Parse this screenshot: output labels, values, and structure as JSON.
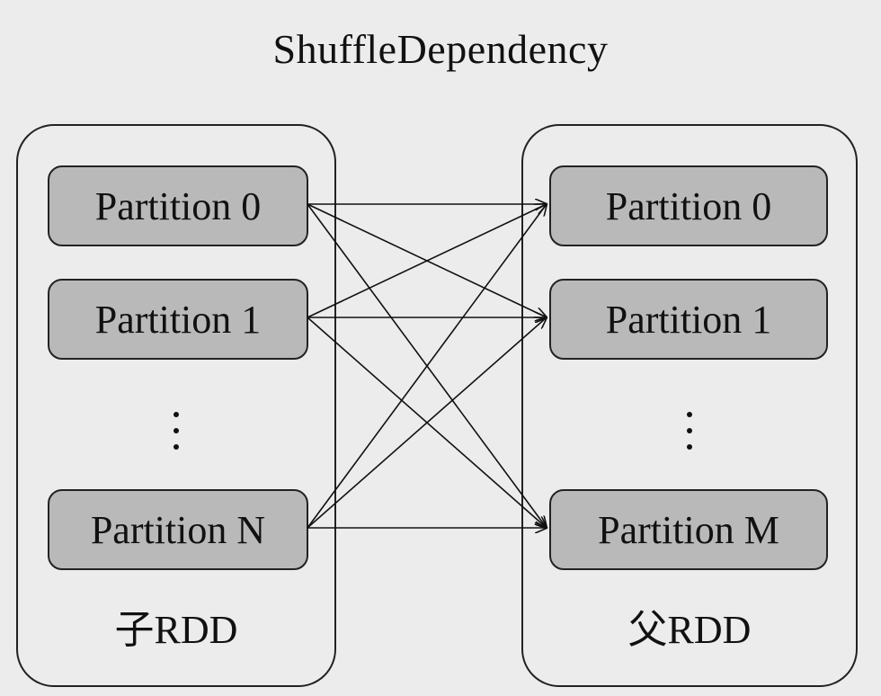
{
  "title": "ShuffleDependency",
  "child_rdd": {
    "label": "子RDD",
    "partitions": [
      "Partition 0",
      "Partition 1",
      "Partition N"
    ]
  },
  "parent_rdd": {
    "label": "父RDD",
    "partitions": [
      "Partition 0",
      "Partition 1",
      "Partition M"
    ]
  },
  "edges": [
    [
      0,
      0
    ],
    [
      0,
      1
    ],
    [
      0,
      2
    ],
    [
      1,
      0
    ],
    [
      1,
      1
    ],
    [
      1,
      2
    ],
    [
      2,
      0
    ],
    [
      2,
      1
    ],
    [
      2,
      2
    ]
  ]
}
